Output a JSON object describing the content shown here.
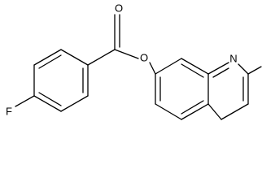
{
  "molecule": {
    "atoms": {
      "oxygen_carbonyl": "O",
      "oxygen_ester": "O",
      "nitrogen": "N",
      "fluorine": "F"
    }
  }
}
